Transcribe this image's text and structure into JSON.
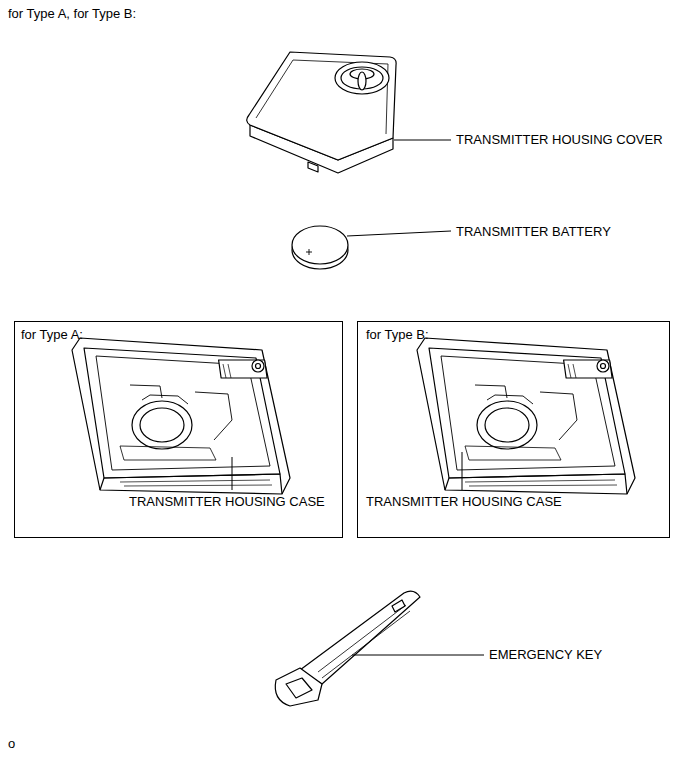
{
  "diagram": {
    "title": "for Type A, for Type B:",
    "nodes": [
      {
        "text": [
          "for Type A:",
          "TRANSMITTER HOUSING CASE"
        ]
      },
      {
        "text": [
          "for Type B:",
          "TRANSMITTER HOUSING CASE"
        ]
      }
    ],
    "labels": [
      "TRANSMITTER HOUSING COVER",
      "TRANSMITTER BATTERY",
      "EMERGENCY KEY",
      "o"
    ]
  }
}
